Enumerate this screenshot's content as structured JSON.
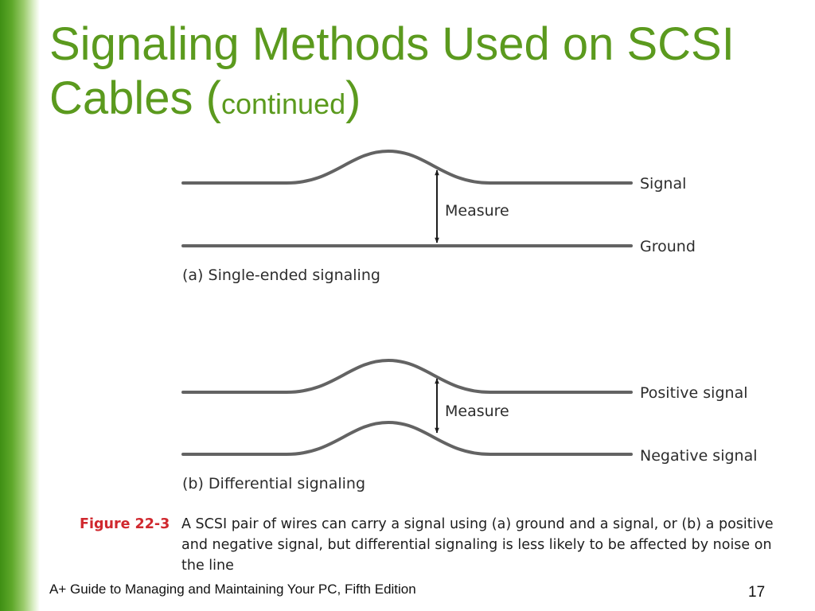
{
  "slide": {
    "title_main": "Signaling Methods Used on SCSI Cables (",
    "title_small": "continued",
    "title_close": ")",
    "footer": "A+ Guide to Managing and Maintaining Your PC, Fifth Edition",
    "page_number": "17"
  },
  "figure": {
    "panel_a": {
      "signal_label": "Signal",
      "ground_label": "Ground",
      "measure_label": "Measure",
      "caption": "(a) Single-ended signaling"
    },
    "panel_b": {
      "positive_label": "Positive signal",
      "negative_label": "Negative signal",
      "measure_label": "Measure",
      "caption": "(b) Differential signaling"
    },
    "figure_label": "Figure 22-3",
    "figure_caption": "A SCSI pair of wires can carry a signal using (a) ground and a signal, or (b) a positive and negative signal, but differential signaling is less likely to be affected by noise on the line"
  },
  "colors": {
    "title_green": "#5b9a1e",
    "figure_label_red": "#d0282e",
    "wire_gray": "#636363"
  }
}
